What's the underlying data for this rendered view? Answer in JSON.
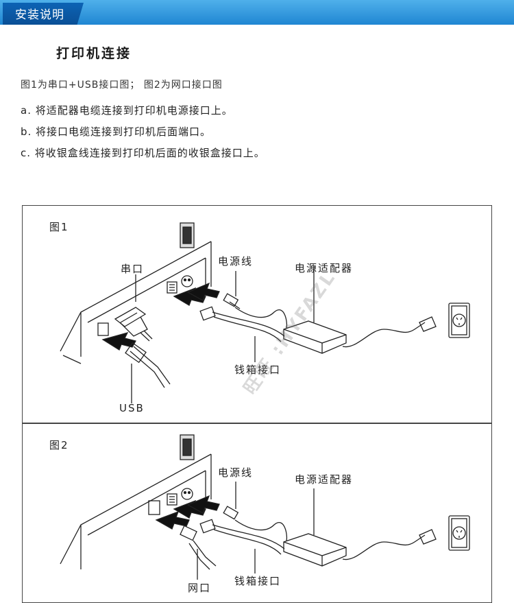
{
  "banner": {
    "title": "安装说明",
    "accent": "#1f86d2"
  },
  "section": {
    "heading": "打印机连接"
  },
  "caption": "图1为串口+USB接口图； 图2为网口接口图",
  "steps": [
    "a. 将适配器电缆连接到打印机电源接口上。",
    "b. 将接口电缆连接到打印机后面端口。",
    "c. 将收银盒线连接到打印机后面的收银盒接口上。"
  ],
  "figure1": {
    "label": "图1",
    "serial_port": "串口",
    "power_cord": "电源线",
    "power_adapter": "电源适配器",
    "cash_drawer_port": "钱箱接口",
    "usb": "USB"
  },
  "figure2": {
    "label": "图2",
    "power_cord": "电源线",
    "power_adapter": "电源适配器",
    "cash_drawer_port": "钱箱接口",
    "network_port": "网口"
  },
  "watermark": {
    "text": "旺旺 :HYFAZL"
  }
}
